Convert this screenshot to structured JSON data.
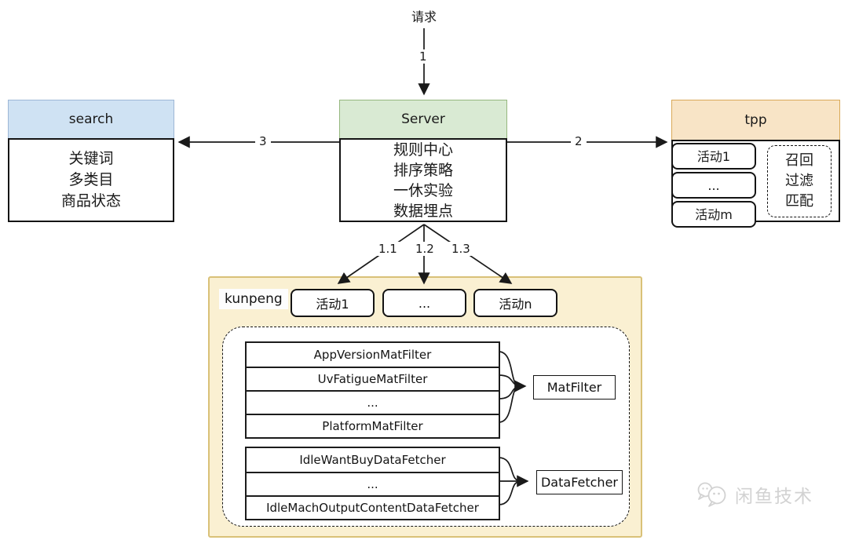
{
  "request_label": "请求",
  "arrow_labels": {
    "one": "1",
    "two": "2",
    "three": "3",
    "one_one": "1.1",
    "one_two": "1.2",
    "one_three": "1.3"
  },
  "search": {
    "title": "search",
    "lines": [
      "关键词",
      "多类目",
      "商品状态"
    ]
  },
  "server": {
    "title": "Server",
    "lines": [
      "规则中心",
      "排序策略",
      "一休实验",
      "数据埋点"
    ]
  },
  "tpp": {
    "title": "tpp",
    "activities": [
      "活动1",
      "...",
      "活动m"
    ],
    "dashed_lines": [
      "召回",
      "过滤",
      "匹配"
    ]
  },
  "kunpeng": {
    "label": "kunpeng",
    "activities": [
      "活动1",
      "...",
      "活动n"
    ],
    "filters": [
      "AppVersionMatFilter",
      "UvFatigueMatFilter",
      "...",
      "PlatformMatFilter"
    ],
    "filter_target": "MatFilter",
    "fetchers": [
      "IdleWantBuyDataFetcher",
      "...",
      "IdleMachOutputContentDataFetcher"
    ],
    "fetcher_target": "DataFetcher"
  },
  "watermark": "闲鱼技术",
  "colors": {
    "search_header": "#cfe2f3",
    "server_header": "#d9ead3",
    "tpp_header": "#f8e4c6",
    "kunpeng_fill": "#faf0d2"
  }
}
